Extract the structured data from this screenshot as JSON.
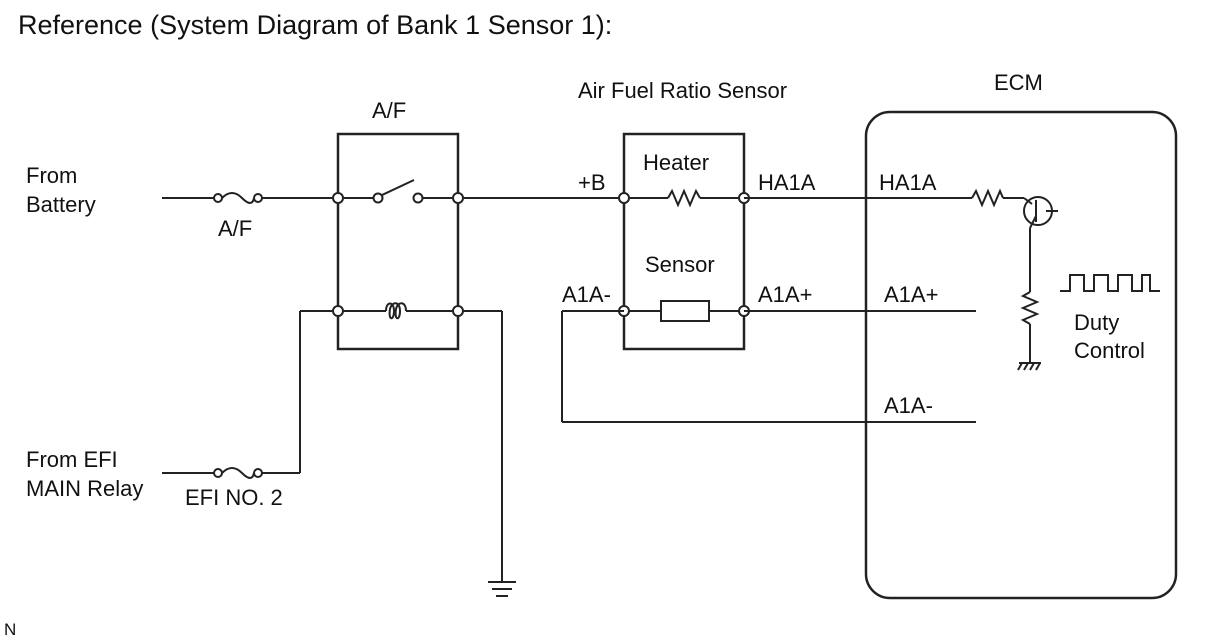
{
  "title": "Reference (System Diagram of Bank 1 Sensor 1):",
  "inputs": {
    "battery_line1": "From",
    "battery_line2": "Battery",
    "efi_line1": "From EFI",
    "efi_line2": "MAIN Relay"
  },
  "fuses": {
    "af_fuse": "A/F",
    "efi_fuse": "EFI NO. 2"
  },
  "relay": {
    "title": "A/F"
  },
  "sensor": {
    "title": "Air Fuel Ratio Sensor",
    "heater_label": "Heater",
    "sensor_label": "Sensor",
    "pin_plus_b": "+B",
    "pin_ha1a": "HA1A",
    "pin_a1a_minus": "A1A-",
    "pin_a1a_plus": "A1A+"
  },
  "ecm": {
    "title": "ECM",
    "pin_ha1a": "HA1A",
    "pin_a1a_plus": "A1A+",
    "pin_a1a_minus": "A1A-",
    "duty_line1": "Duty",
    "duty_line2": "Control"
  },
  "footer_mark": "N"
}
